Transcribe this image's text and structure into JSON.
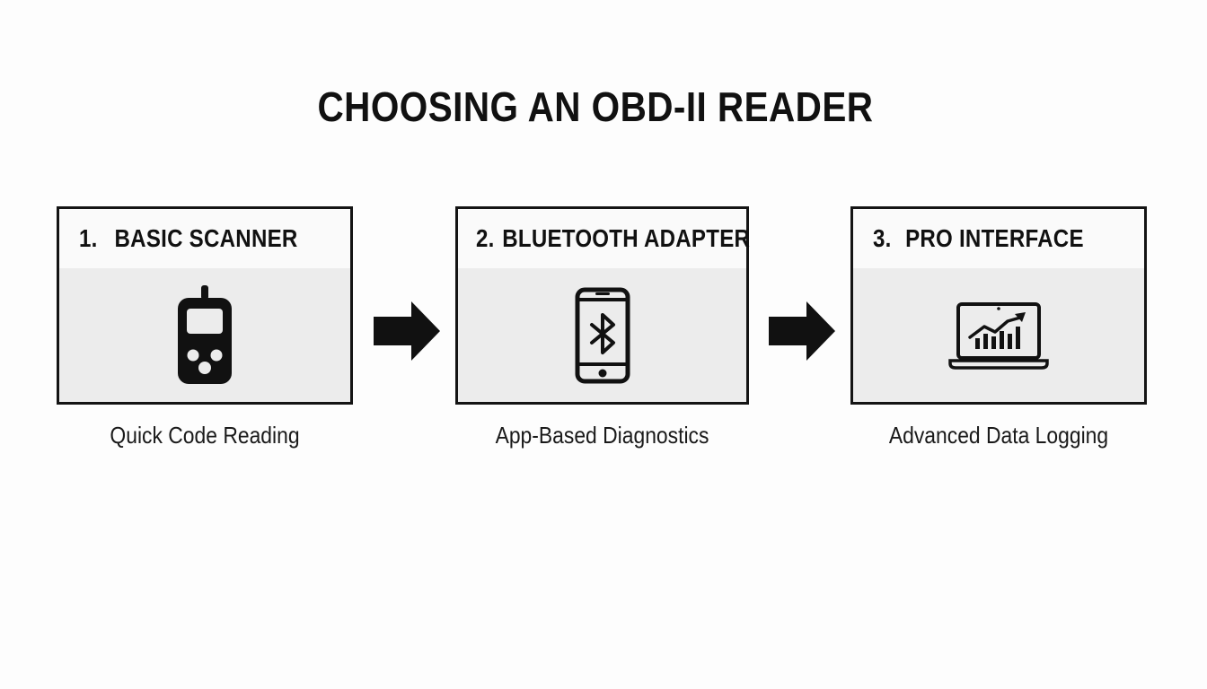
{
  "title": "CHOOSING AN OBD-II READER",
  "steps": [
    {
      "number": "1.",
      "label": "BASIC SCANNER",
      "caption": "Quick Code Reading",
      "icon": "handheld-scanner-icon"
    },
    {
      "number": "2.",
      "label": "BLUETOOTH ADAPTER",
      "caption": "App-Based Diagnostics",
      "icon": "bluetooth-phone-icon"
    },
    {
      "number": "3.",
      "label": "PRO INTERFACE",
      "caption": "Advanced Data Logging",
      "icon": "laptop-chart-icon"
    }
  ],
  "colors": {
    "ink": "#111111",
    "panel": "#ececec",
    "header": "#fafafa",
    "background": "#fdfdfd"
  }
}
